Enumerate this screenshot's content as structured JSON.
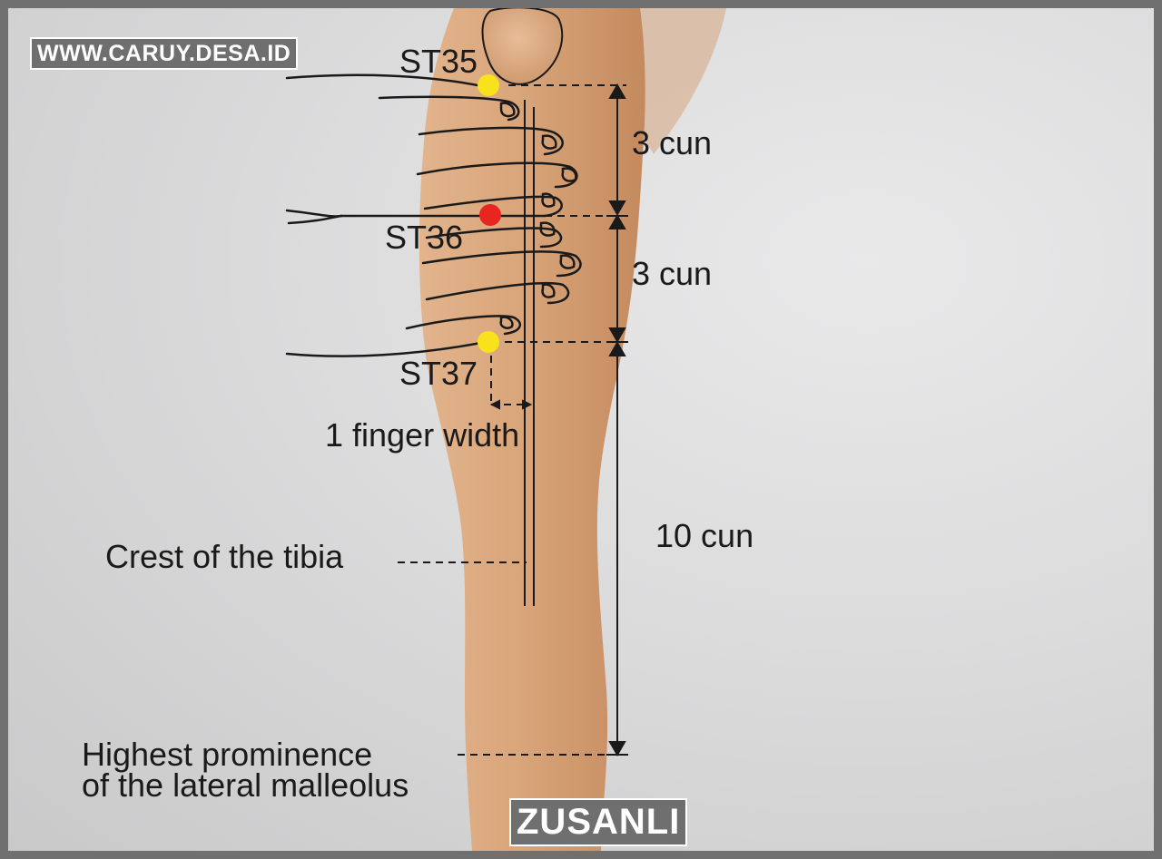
{
  "watermark": "WWW.CARUY.DESA.ID",
  "title_tag": "ZUSANLI",
  "points": {
    "st35": {
      "label": "ST35",
      "color": "#f7e21b"
    },
    "st36": {
      "label": "ST36",
      "color": "#e8251f"
    },
    "st37": {
      "label": "ST37",
      "color": "#f7e21b"
    }
  },
  "measurements": {
    "upper": "3 cun",
    "middle": "3 cun",
    "lower": "10 cun",
    "finger": "1 finger width"
  },
  "landmarks": {
    "tibia": "Crest of the tibia",
    "malleolus_line1": "Highest prominence",
    "malleolus_line2": "of the lateral malleolus"
  },
  "colors": {
    "skin": "#d9a57a",
    "skin_shadow": "#c98f63",
    "line": "#1a1a1a"
  }
}
